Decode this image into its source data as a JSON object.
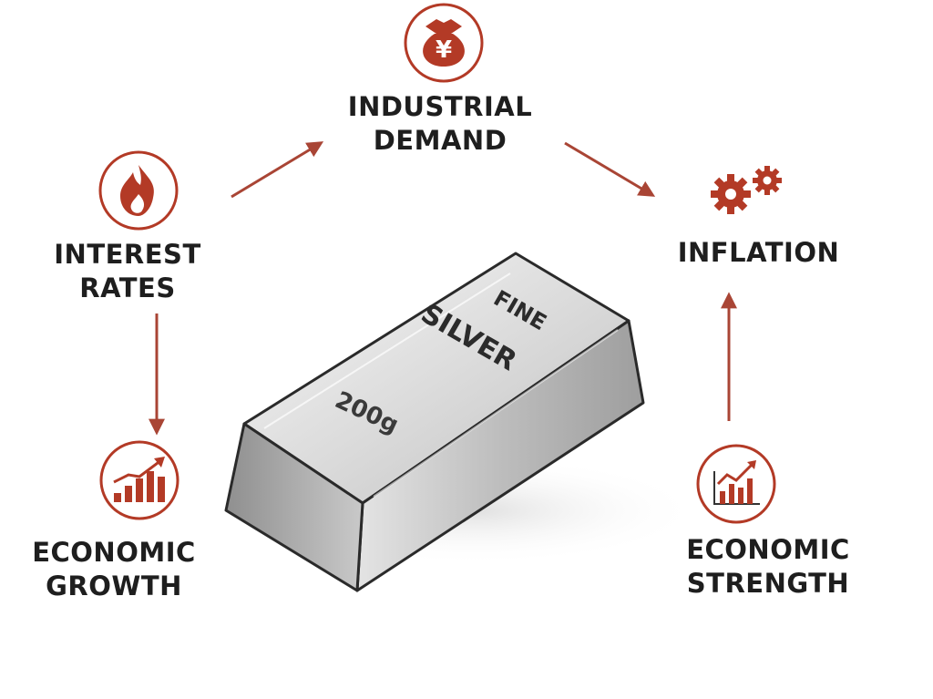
{
  "colors": {
    "accent": "#b33a26",
    "arrow": "#a94535",
    "text": "#1e1e1e"
  },
  "nodes": [
    {
      "id": "industrial-demand",
      "icon": "money-bag-icon",
      "lines": [
        "INDUSTRIAL",
        "DEMAND"
      ]
    },
    {
      "id": "interest-rates",
      "icon": "flame-icon",
      "lines": [
        "INTEREST",
        "RATES"
      ]
    },
    {
      "id": "inflation",
      "icon": "gears-icon",
      "lines": [
        "INFLATION"
      ]
    },
    {
      "id": "economic-growth",
      "icon": "bar-chart-icon",
      "lines": [
        "ECONOMIC",
        "GROWTH"
      ]
    },
    {
      "id": "economic-strength",
      "icon": "line-chart-icon",
      "lines": [
        "ECONOMIC",
        "STRENGTH"
      ]
    }
  ],
  "bar": {
    "icon": "silver-bar-icon",
    "stamp": [
      "FINE",
      "SILVER"
    ],
    "weight": "200g"
  }
}
